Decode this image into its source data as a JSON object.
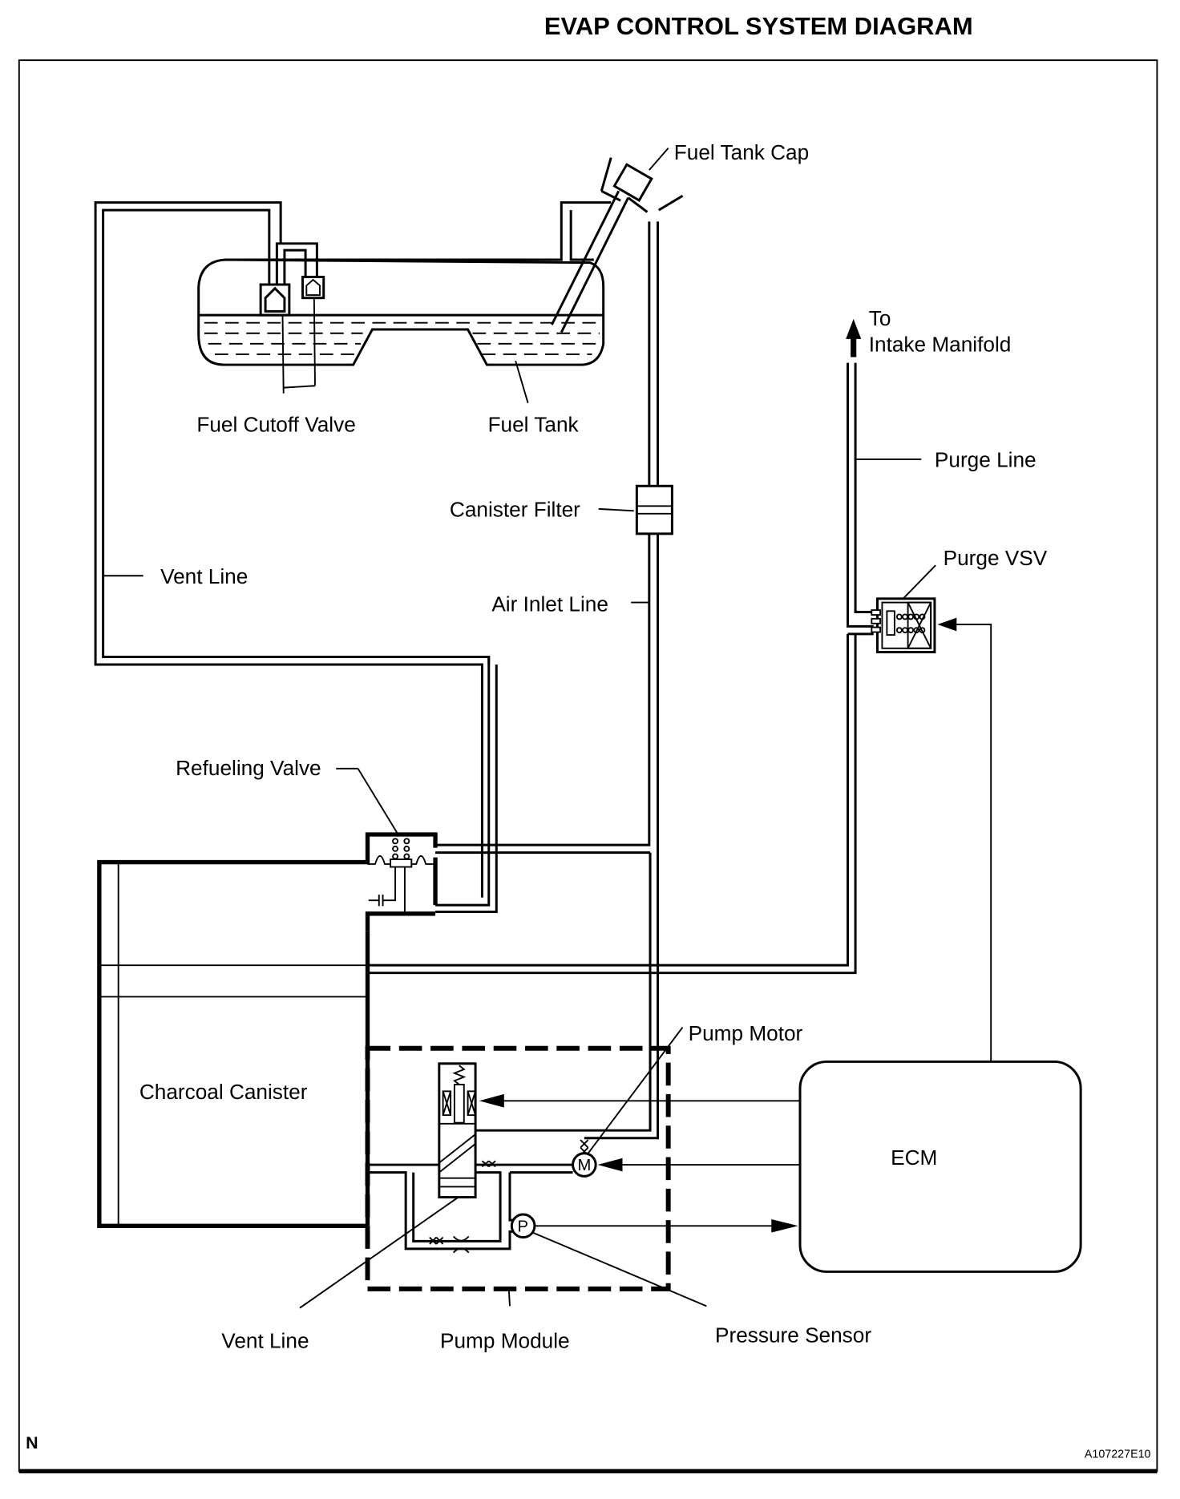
{
  "title": "EVAP CONTROL SYSTEM DIAGRAM",
  "labels": {
    "fuel_tank_cap": "Fuel Tank Cap",
    "to": "To",
    "intake_manifold": "Intake Manifold",
    "fuel_cutoff_valve": "Fuel Cutoff Valve",
    "fuel_tank": "Fuel Tank",
    "purge_line": "Purge Line",
    "canister_filter": "Canister Filter",
    "purge_vsv": "Purge VSV",
    "vent_line_upper": "Vent Line",
    "air_inlet_line": "Air Inlet Line",
    "refueling_valve": "Refueling Valve",
    "pump_motor": "Pump Motor",
    "charcoal_canister": "Charcoal Canister",
    "ecm": "ECM",
    "vent_line_lower": "Vent Line",
    "pump_module": "Pump Module",
    "pressure_sensor": "Pressure Sensor"
  },
  "symbols": {
    "motor": "M",
    "pressure": "P"
  },
  "footer": {
    "corner_mark": "N",
    "figure_id": "A107227E10"
  }
}
